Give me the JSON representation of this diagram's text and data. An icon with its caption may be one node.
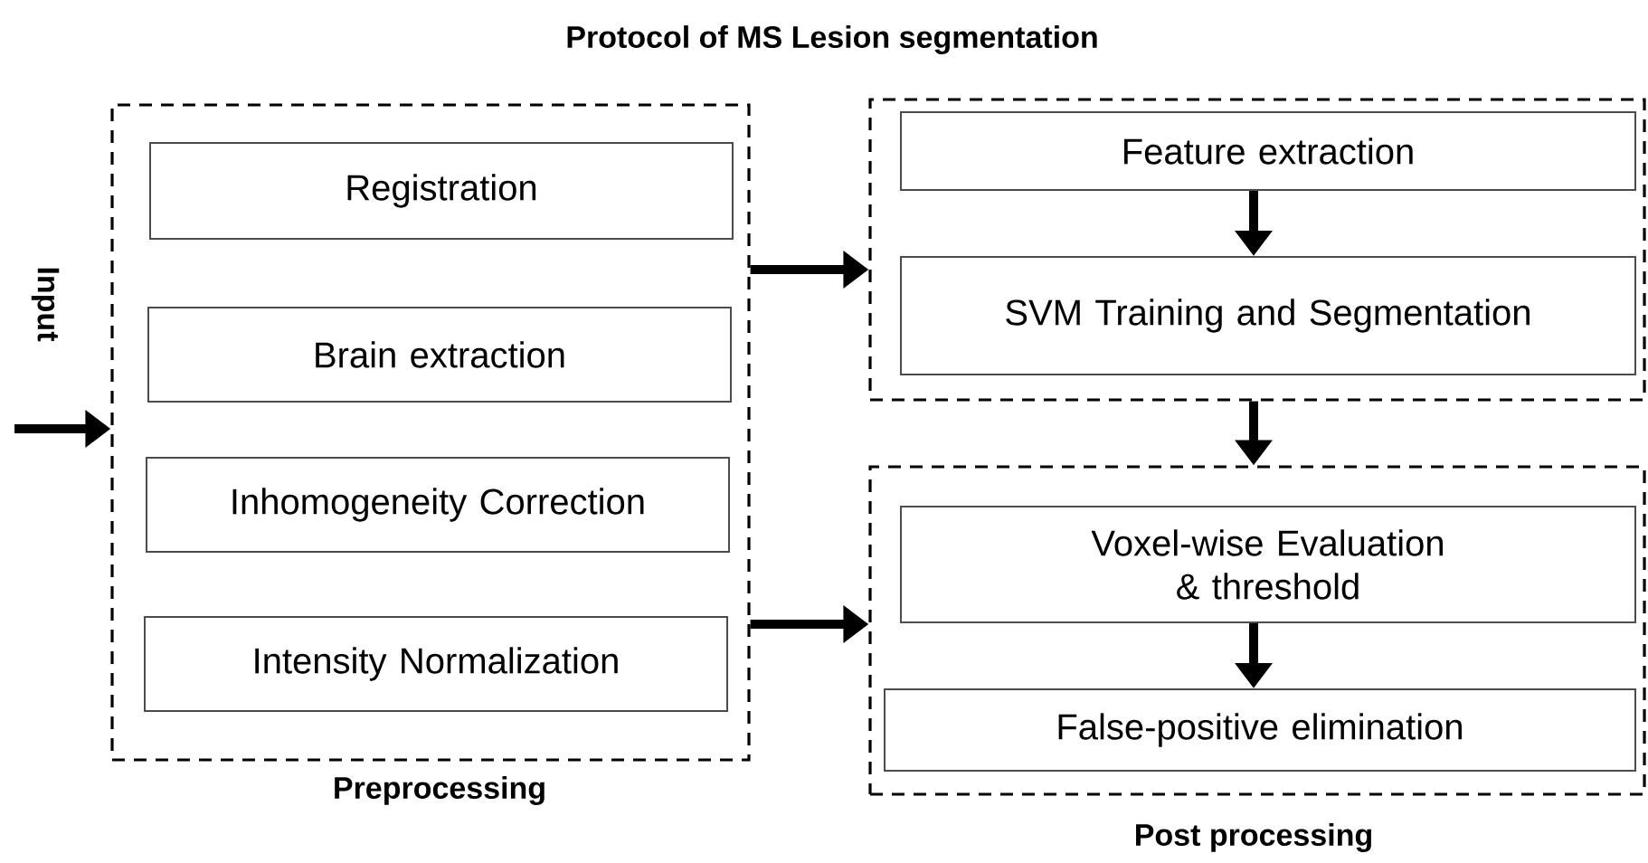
{
  "diagram": {
    "title": "Protocol of  MS Lesion segmentation",
    "nodes": [
      {
        "text": [
          "Preprocessing"
        ]
      },
      {
        "text": [
          "Registration"
        ],
        "in": 0
      },
      {
        "text": [
          "Brain extraction"
        ],
        "in": 0
      },
      {
        "text": [
          "Inhomogeneity Correction"
        ],
        "in": 0
      },
      {
        "text": [
          "Intensity Normalization"
        ],
        "in": 0
      },
      {
        "text": [],
        "shape": "box"
      },
      {
        "text": [
          "Feature extraction"
        ],
        "in": 5
      },
      {
        "text": [
          "SVM Training and Segmentation"
        ],
        "in": 5
      },
      {
        "text": [
          "Post processing"
        ]
      },
      {
        "text": [
          "Voxel-wise Evaluation & threshold"
        ],
        "in": 8
      },
      {
        "text": [
          "False-positive elimination"
        ],
        "in": 8
      }
    ],
    "edges": [
      {
        "from": null,
        "to": 0,
        "arrow": "to"
      },
      {
        "from": 0,
        "to": 5,
        "arrow": "to"
      },
      {
        "from": 0,
        "to": 8,
        "arrow": "to"
      },
      {
        "from": 6,
        "to": 7,
        "arrow": "to"
      },
      {
        "from": 5,
        "to": 8,
        "arrow": "to"
      },
      {
        "from": 9,
        "to": 10,
        "arrow": "to"
      }
    ],
    "labels": [
      "Input"
    ]
  }
}
